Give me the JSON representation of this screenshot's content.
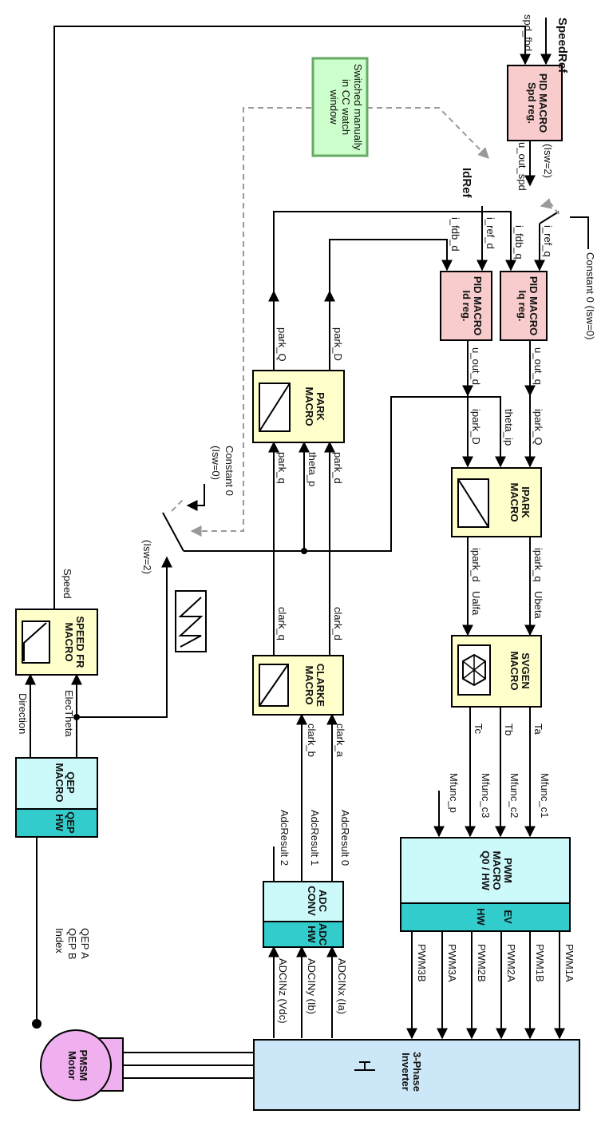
{
  "colors": {
    "pid": "#f8cccc",
    "macro": "#ffffcc",
    "hw_light": "#ccfafa",
    "hw_dark": "#33cccc",
    "inverter": "#cce8f8",
    "motor": "#f0b0f0",
    "note": "#ccffcc",
    "note_border": "#66aa66"
  },
  "blocks": {
    "pid_spd": {
      "line1": "PID MACRO",
      "line2": "Spd reg."
    },
    "pid_iq": {
      "line1": "PID MACRO",
      "line2": "Iq reg."
    },
    "pid_id": {
      "line1": "PID MACRO",
      "line2": "Id reg."
    },
    "park": {
      "line1": "PARK",
      "line2": "MACRO"
    },
    "ipark": {
      "line1": "IPARK",
      "line2": "MACRO"
    },
    "clarke": {
      "line1": "CLARKE",
      "line2": "MACRO"
    },
    "svgen": {
      "line1": "SVGEN",
      "line2": "MACRO"
    },
    "speed_fr": {
      "line1": "SPEED FR",
      "line2": "MACRO"
    },
    "qep": {
      "line1": "QEP",
      "line2": "MACRO",
      "hw1": "QEP",
      "hw2": "HW"
    },
    "adc": {
      "line1": "ADC",
      "line2": "CONV",
      "hw1": "ADC",
      "hw2": "HW"
    },
    "pwm": {
      "line1": "PWM",
      "line2": "MACRO",
      "line3": "Q0 / HW",
      "hw1": "EV",
      "hw2": "HW"
    },
    "inverter": {
      "line1": "3-Phase",
      "line2": "Inverter"
    },
    "motor": {
      "line1": "PMSM",
      "line2": "Motor"
    }
  },
  "note": {
    "line1": "Switched manually",
    "line2": "in CC watch",
    "line3": "window"
  },
  "labels": {
    "speed_ref": "SpeedRef",
    "spd_fbd": "spd_fbd",
    "u_out_spd": "u_out_spd",
    "isw2_top": "(Isw=2)",
    "id_ref": "IdRef",
    "i_fdb_d": "i_fdb_d",
    "i_ref_d": "i_ref_d",
    "i_fdb_q": "i_fdb_q",
    "i_ref_q": "i_ref_q",
    "const0_top": "Constant 0 (Isw=0)",
    "u_out_d": "u_out_d",
    "u_out_q": "u_out_q",
    "park_q_out": "park_Q",
    "park_d_out": "park_D",
    "ipark_d_in": "ipark_D",
    "theta_ip": "theta_ip",
    "ipark_q_in": "ipark_Q",
    "park_q_in": "park_q",
    "theta_p": "theta_p",
    "park_d_in": "park_d",
    "const0_mid": "Constant 0",
    "isw0_mid": "(Isw=0)",
    "isw2_mid": "(Isw=2)",
    "ipark_d_out": "ipark_d",
    "ualfa": "Ualfa",
    "ipark_q_out": "ipark_q",
    "ubeta": "Ubeta",
    "speed": "Speed",
    "clark_q": "clark_q",
    "clark_d": "clark_d",
    "tc": "Tc",
    "tb": "Tb",
    "ta": "Ta",
    "direction": "Direction",
    "elec_theta": "ElecTheta",
    "clark_b": "clark_b",
    "clark_a": "clark_a",
    "mfunc_p": "Mfunc_p",
    "mfunc_c3": "Mfunc_c3",
    "mfunc_c2": "Mfunc_c2",
    "mfunc_c1": "Mfunc_c1",
    "adc_result2": "AdcResult 2",
    "adc_result1": "AdcResult 1",
    "adc_result0": "AdcResult 0",
    "qep_a": "QEP A",
    "qep_b": "QEP B",
    "index": "Index",
    "pwm3b": "PWM3B",
    "pwm3a": "PWM3A",
    "pwm2b": "PWM2B",
    "pwm2a": "PWM2A",
    "pwm1b": "PWM1B",
    "pwm1a": "PWM1A",
    "adcin_z": "ADCINz (Vdc)",
    "adcin_y": "ADCINy (Ib)",
    "adcin_x": "ADCINx (Ia)"
  }
}
